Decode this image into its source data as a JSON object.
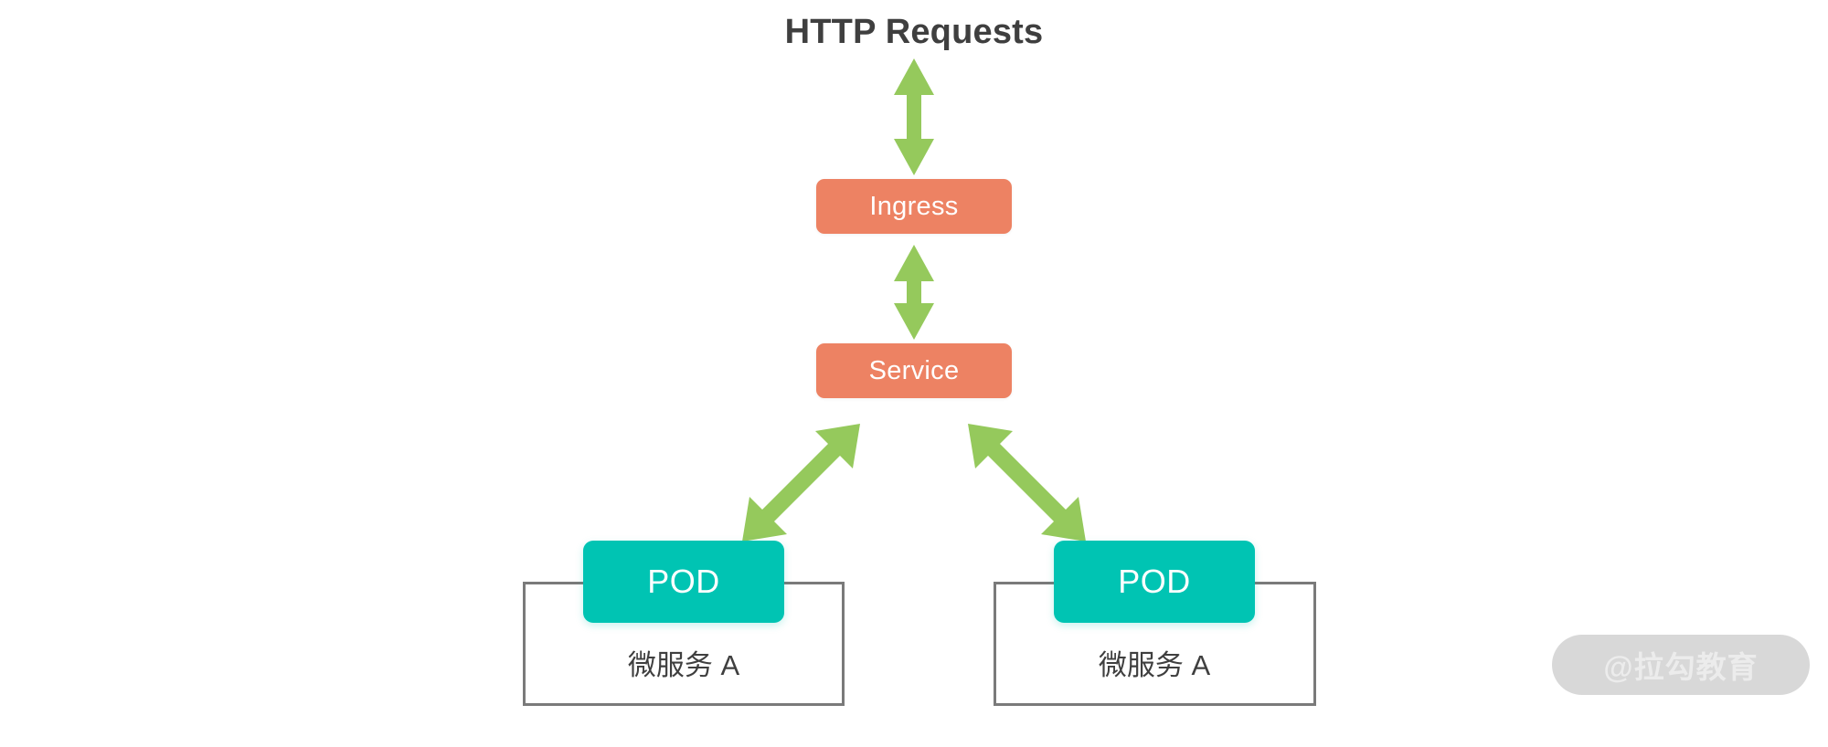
{
  "title": "HTTP Requests",
  "nodes": {
    "ingress": {
      "label": "Ingress"
    },
    "service": {
      "label": "Service"
    },
    "pods": [
      {
        "label": "POD"
      },
      {
        "label": "POD"
      }
    ],
    "microservices": [
      {
        "label": "微服务 A"
      },
      {
        "label": "微服务 A"
      }
    ]
  },
  "connectors": [
    {
      "name": "http-to-ingress",
      "from": "HTTP Requests",
      "to": "Ingress",
      "style": "double-headed-vertical"
    },
    {
      "name": "ingress-to-service",
      "from": "Ingress",
      "to": "Service",
      "style": "double-headed-vertical"
    },
    {
      "name": "service-to-pod-left",
      "from": "Service",
      "to": "POD",
      "style": "double-headed-diagonal"
    },
    {
      "name": "service-to-pod-right",
      "from": "Service",
      "to": "POD",
      "style": "double-headed-diagonal"
    }
  ],
  "watermark": {
    "text": "@拉勾教育"
  },
  "colors": {
    "orange_node": "#ed8263",
    "teal_pod": "#00c4b3",
    "green_arrow": "#95c95c",
    "gray_border": "#7a7a7a",
    "title_text": "#3f3f3f",
    "background": "#ffffff",
    "watermark_pill": "#d8d8d8"
  }
}
